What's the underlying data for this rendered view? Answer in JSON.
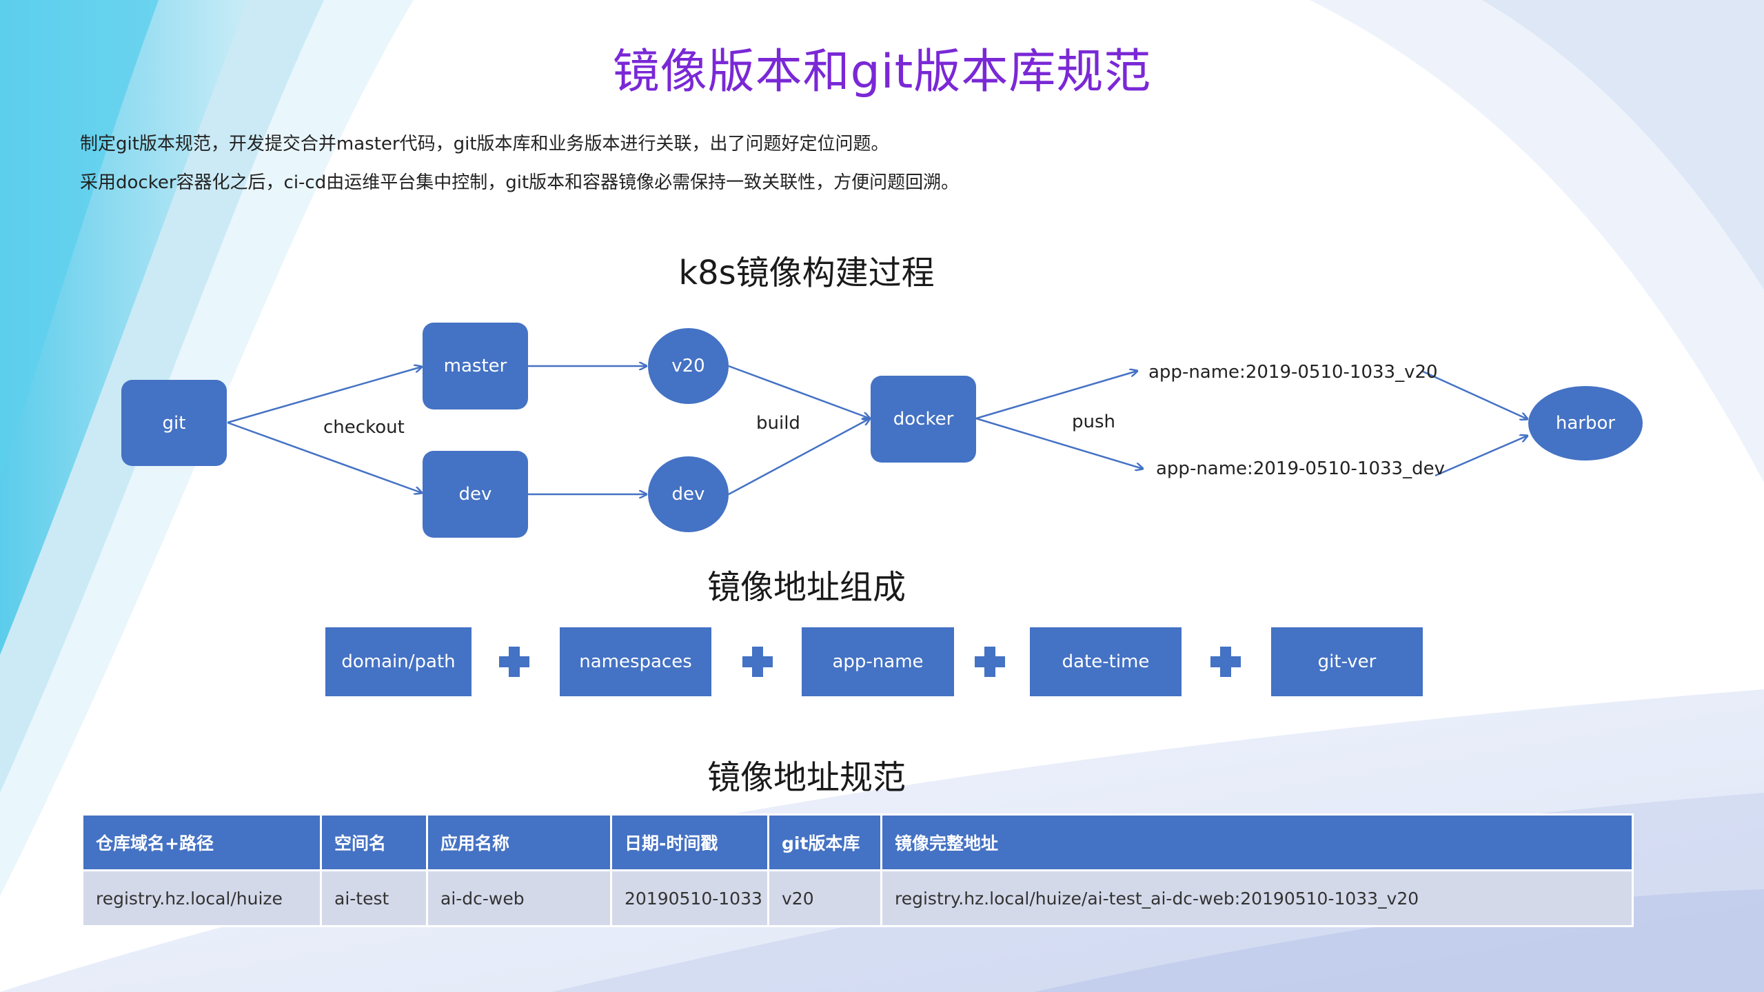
{
  "title": "镜像版本和git版本库规范",
  "intro": [
    "制定git版本规范，开发提交合并master代码，git版本库和业务版本进行关联，出了问题好定位问题。",
    "采用docker容器化之后，ci-cd由运维平台集中控制，git版本和容器镜像必需保持一致关联性，方便问题回溯。"
  ],
  "sections": {
    "build_process": "k8s镜像构建过程",
    "address_composition": "镜像地址组成",
    "address_spec": "镜像地址规范"
  },
  "flow": {
    "nodes": {
      "git": "git",
      "master": "master",
      "dev_branch": "dev",
      "v20": "v20",
      "dev_tag": "dev",
      "docker": "docker",
      "harbor": "harbor"
    },
    "edge_labels": {
      "checkout": "checkout",
      "build": "build",
      "push": "push"
    },
    "images": {
      "v20": "app-name:2019-0510-1033_v20",
      "dev": "app-name:2019-0510-1033_dev"
    }
  },
  "composition": [
    "domain/path",
    "namespaces",
    "app-name",
    "date-time",
    "git-ver"
  ],
  "spec_table": {
    "headers": [
      "仓库域名+路径",
      "空间名",
      "应用名称",
      "日期-时间戳",
      "git版本库",
      "镜像完整地址"
    ],
    "rows": [
      [
        "registry.hz.local/huize",
        "ai-test",
        "ai-dc-web",
        "20190510-1033",
        "v20",
        "registry.hz.local/huize/ai-test_ai-dc-web:20190510-1033_v20"
      ]
    ]
  },
  "colors": {
    "accent": "#4472c4",
    "title": "#7a28d6",
    "table_row": "#d4d9ea"
  }
}
